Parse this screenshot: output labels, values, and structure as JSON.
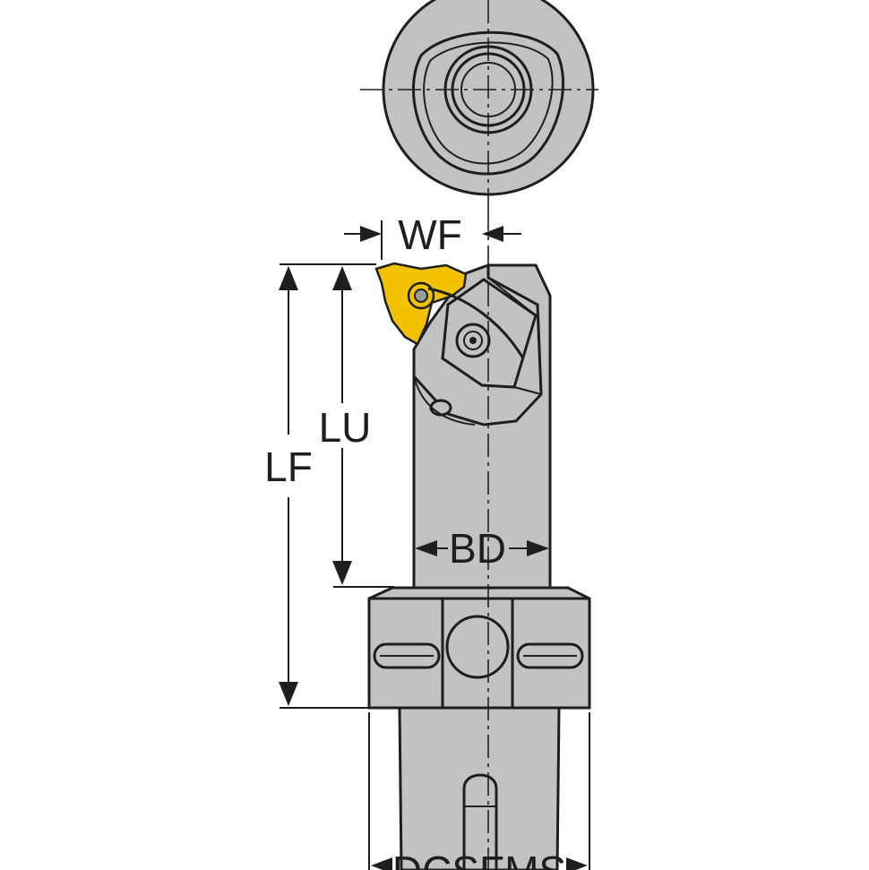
{
  "dimensions": {
    "wf": "WF",
    "lu": "LU",
    "lf": "LF",
    "bd": "BD",
    "dcsfms": "DCSFMS"
  },
  "colors": {
    "body": "#c2c2c2",
    "insert": "#f2c200",
    "line": "#1e1e1e",
    "background": "#ffffff"
  }
}
